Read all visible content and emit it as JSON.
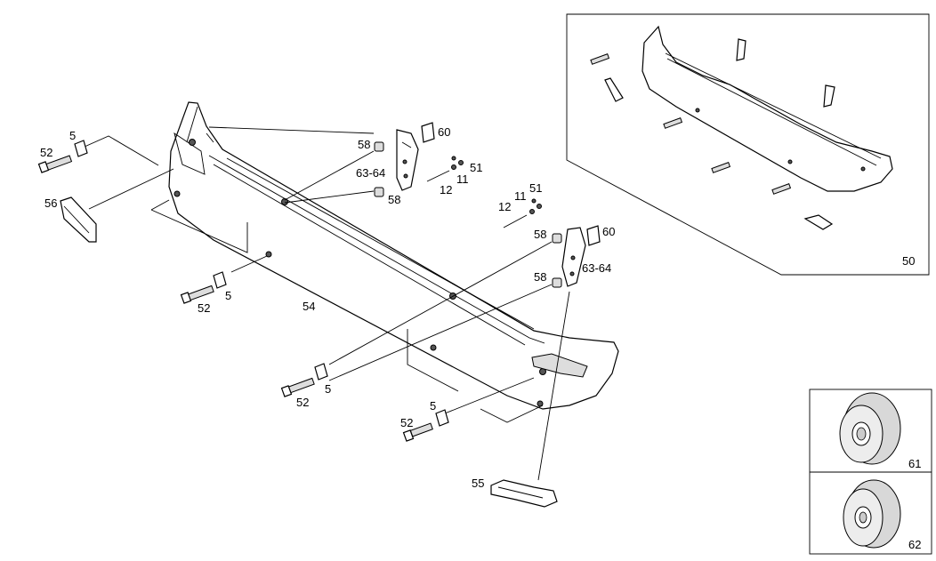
{
  "callouts": {
    "c52a": "52",
    "c5a": "5",
    "c56": "56",
    "c58a": "58",
    "c60a": "60",
    "c6364a": "63-64",
    "c58b": "58",
    "c12a": "12",
    "c11a": "11",
    "c51a": "51",
    "c12b": "12",
    "c11b": "11",
    "c51b": "51",
    "c58c": "58",
    "c60b": "60",
    "c6364b": "63-64",
    "c58d": "58",
    "c52b": "52",
    "c5b": "5",
    "c54": "54",
    "c52c": "52",
    "c5c": "5",
    "c52d": "52",
    "c5d": "5",
    "c55": "55",
    "c50": "50",
    "c61": "61",
    "c62": "62"
  }
}
